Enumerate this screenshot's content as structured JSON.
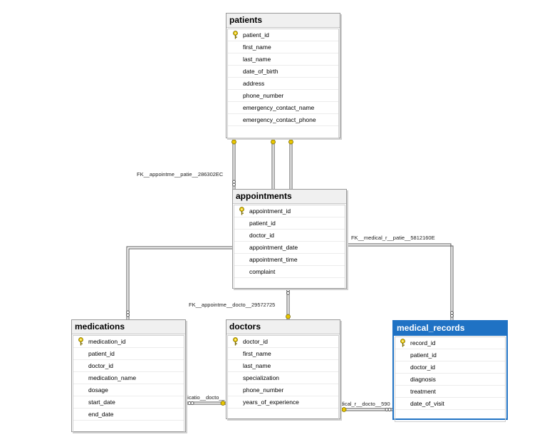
{
  "tables": {
    "patients": {
      "name": "patients",
      "columns": [
        "patient_id",
        "first_name",
        "last_name",
        "date_of_birth",
        "address",
        "phone_number",
        "emergency_contact_name",
        "emergency_contact_phone"
      ],
      "primary_key": "patient_id"
    },
    "appointments": {
      "name": "appointments",
      "columns": [
        "appointment_id",
        "patient_id",
        "doctor_id",
        "appointment_date",
        "appointment_time",
        "complaint"
      ],
      "primary_key": "appointment_id"
    },
    "medications": {
      "name": "medications",
      "columns": [
        "medication_id",
        "patient_id",
        "doctor_id",
        "medication_name",
        "dosage",
        "start_date",
        "end_date"
      ],
      "primary_key": "medication_id"
    },
    "doctors": {
      "name": "doctors",
      "columns": [
        "doctor_id",
        "first_name",
        "last_name",
        "specialization",
        "phone_number",
        "years_of_experience"
      ],
      "primary_key": "doctor_id"
    },
    "medical_records": {
      "name": "medical_records",
      "columns": [
        "record_id",
        "patient_id",
        "doctor_id",
        "diagnosis",
        "treatment",
        "date_of_visit"
      ],
      "primary_key": "record_id",
      "selected": true
    }
  },
  "relationships": {
    "appt_patient": "FK__appointme__patie__286302EC",
    "appt_doctor": "FK__appointme__docto__29572725",
    "medrec_patient": "FK__medical_r__patie__5812160E",
    "med_doctor": "dicatio__docto__",
    "medrec_doctor": "dical_r__docto__590"
  },
  "colors": {
    "selected_accent": "#1f72c4",
    "key_icon": "#e8c500",
    "header_bg": "#f0f0f0"
  }
}
